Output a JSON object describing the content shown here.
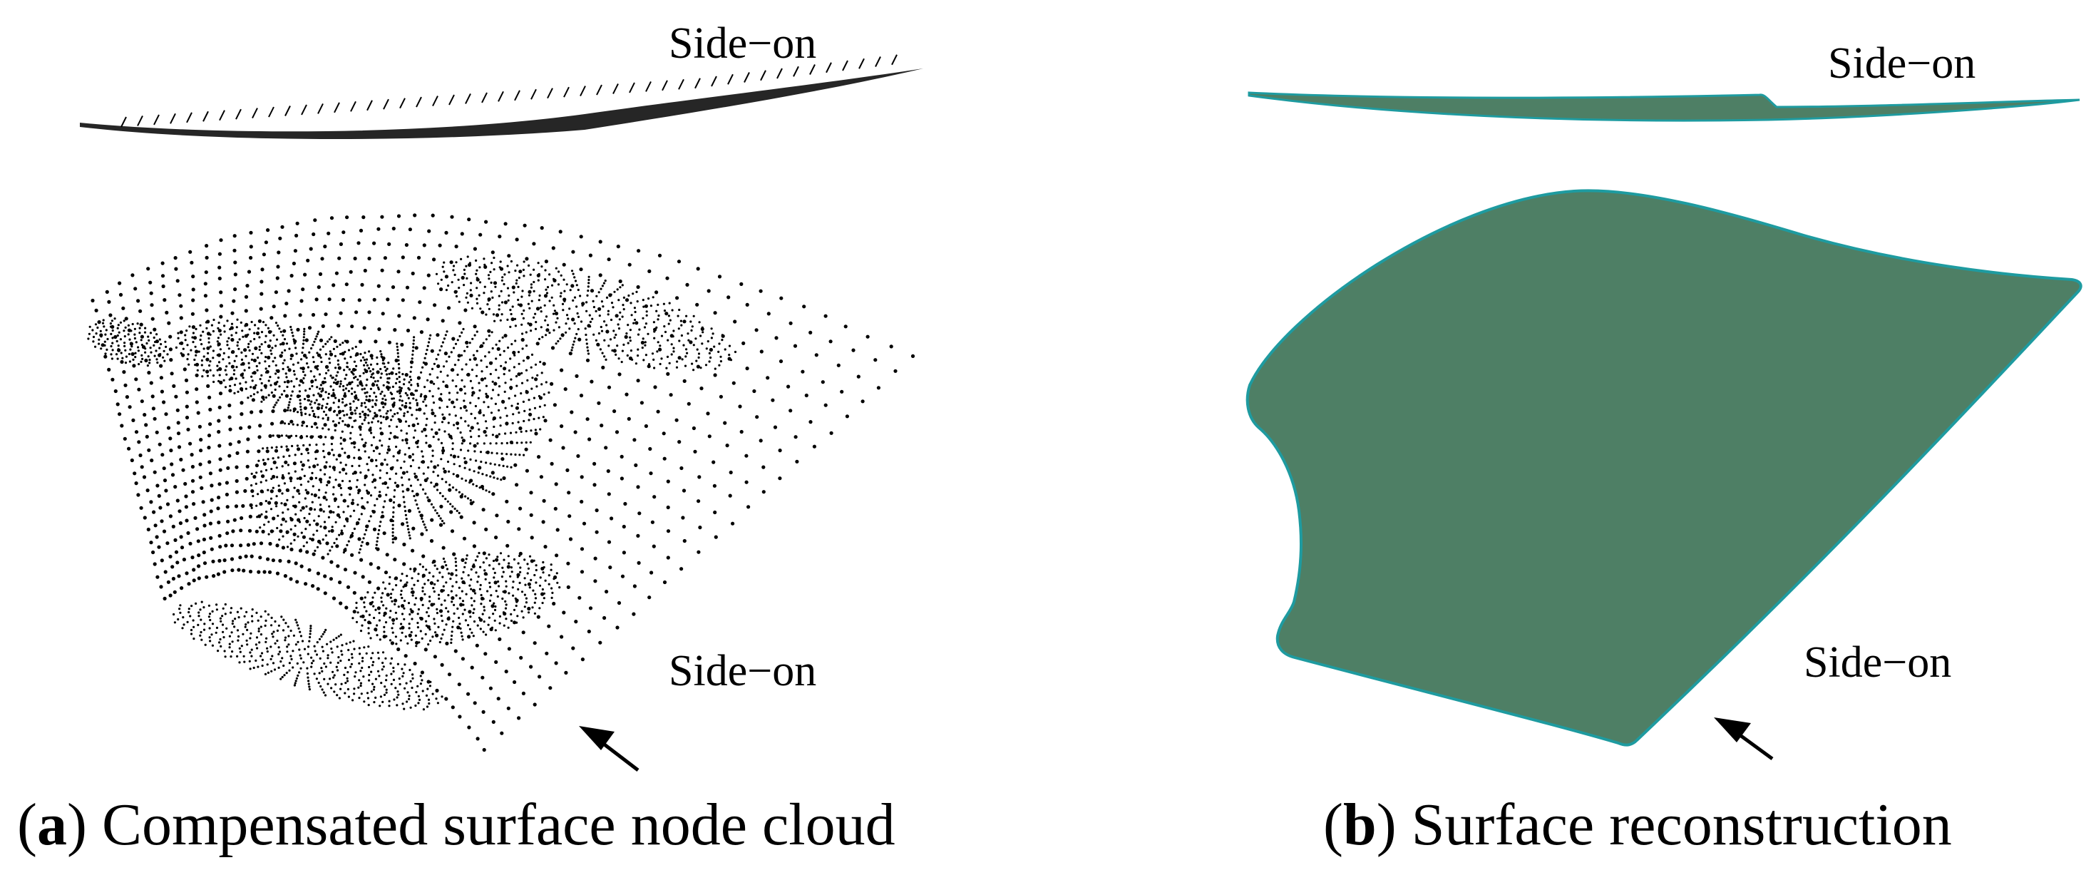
{
  "panels": [
    {
      "letter": "a",
      "caption": "Compensated surface node cloud",
      "side_label_top": "Side−on",
      "side_label_bottom": "Side−on"
    },
    {
      "letter": "b",
      "caption": "Surface reconstruction",
      "side_label_top": "Side−on",
      "side_label_bottom": "Side−on"
    }
  ],
  "colors": {
    "surface_fill": "#4E7F65",
    "surface_edge": "#1E9BA0",
    "points": "#000000"
  },
  "icons": [
    "view-direction-arrow-icon"
  ]
}
